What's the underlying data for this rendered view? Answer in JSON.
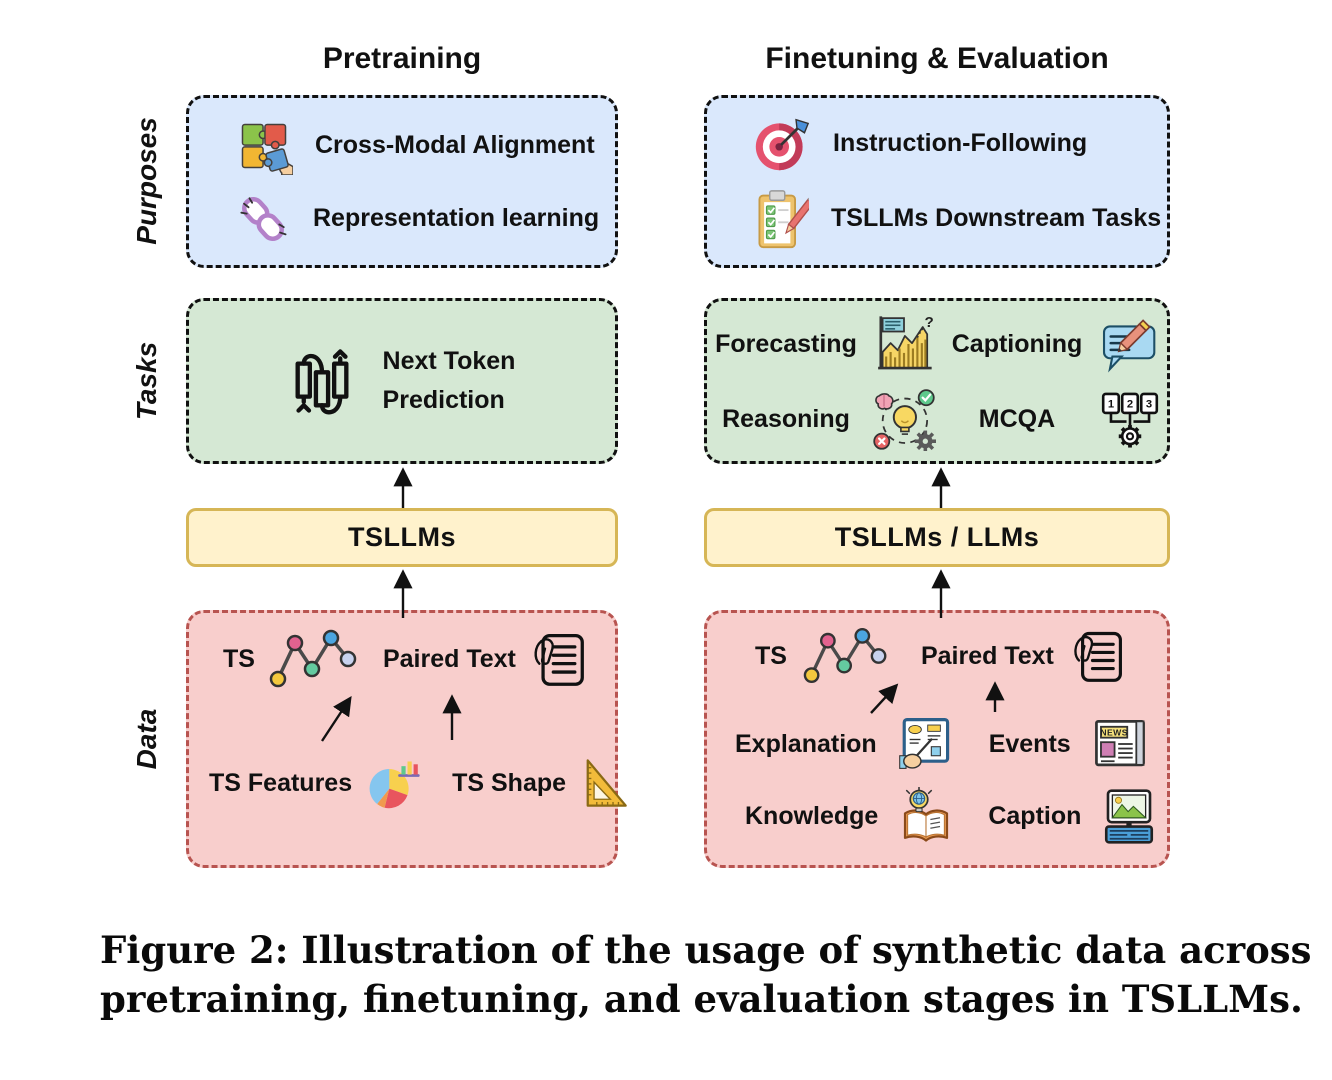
{
  "columns": {
    "left": "Pretraining",
    "right": "Finetuning & Evaluation"
  },
  "row_labels": {
    "purposes": "Purposes",
    "tasks": "Tasks",
    "data": "Data"
  },
  "purposes": {
    "left": [
      {
        "icon": "puzzle-icon",
        "label": "Cross-Modal Alignment"
      },
      {
        "icon": "chain-link-icon",
        "label": "Representation learning"
      }
    ],
    "right": [
      {
        "icon": "target-dart-icon",
        "label": "Instruction-Following"
      },
      {
        "icon": "clipboard-checklist-icon",
        "label": "TSLLMs Downstream Tasks"
      }
    ]
  },
  "tasks": {
    "left": {
      "icon": "token-sequence-icon",
      "line1": "Next Token",
      "line2": "Prediction"
    },
    "right": [
      {
        "label": "Forecasting",
        "icon": "forecast-chart-icon"
      },
      {
        "label": "Captioning",
        "icon": "caption-bubble-icon"
      },
      {
        "label": "Reasoning",
        "icon": "reasoning-bulb-icon"
      },
      {
        "label": "MCQA",
        "icon": "mcqa-gear-icon"
      }
    ]
  },
  "models": {
    "left": "TSLLMs",
    "right": "TSLLMs / LLMs"
  },
  "data": {
    "left": {
      "ts": "TS",
      "ts_icon": "ts-line-chart-icon",
      "paired_text": "Paired Text",
      "paired_text_icon": "paired-text-doc-icon",
      "sources": [
        {
          "label": "TS Features",
          "icon": "pie-chart-icon"
        },
        {
          "label": "TS Shape",
          "icon": "triangle-ruler-icon"
        }
      ]
    },
    "right": {
      "ts": "TS",
      "ts_icon": "ts-line-chart-icon",
      "paired_text": "Paired Text",
      "paired_text_icon": "paired-text-doc-icon",
      "sources": [
        {
          "label": "Explanation",
          "icon": "presentation-hand-icon"
        },
        {
          "label": "Events",
          "icon": "newspaper-icon"
        },
        {
          "label": "Knowledge",
          "icon": "book-bulb-icon"
        },
        {
          "label": "Caption",
          "icon": "monitor-image-icon"
        }
      ]
    }
  },
  "icon_text": {
    "question_mark": "?",
    "news": "NEWS",
    "mcqa": [
      "1",
      "2",
      "3"
    ]
  },
  "caption": {
    "line1": "Figure 2: Illustration of the usage of synthetic data across",
    "line2": "pretraining, finetuning, and evaluation stages in TSLLMs."
  },
  "colors": {
    "purposes_fill": "#dae8fc",
    "tasks_fill": "#d5e8d4",
    "data_fill": "#f8cecc",
    "data_border": "#b85450",
    "model_fill": "#fff2cc",
    "model_border": "#d6b656"
  }
}
